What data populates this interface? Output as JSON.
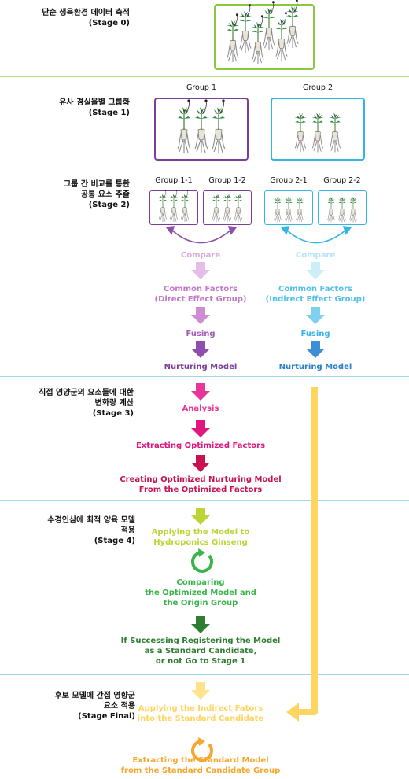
{
  "stages": [
    {
      "line1": "단순 생육환경 데이터 축적",
      "line2": "",
      "line3": "(Stage 0)"
    },
    {
      "line1": "유사 경실율별 그룹화",
      "line2": "",
      "line3": "(Stage 1)"
    },
    {
      "line1": "그룹 간 비교를 통한",
      "line2": "공통 요소 추출",
      "line3": "(Stage 2)"
    },
    {
      "line1": "직접  영양군의 요소들에 대한",
      "line2": "변화량 계산",
      "line3": "(Stage 3)"
    },
    {
      "line1": "수경인삼에 최적 양육 모델",
      "line2": "적용",
      "line3": "(Stage 4)"
    },
    {
      "line1": "후보 모델에 간접 영향군",
      "line2": "요소 적용",
      "line3": "(Stage Final)"
    }
  ],
  "groups": {
    "group1": "Group 1",
    "group2": "Group 2",
    "group1_1": "Group 1-1",
    "group1_2": "Group 1-2",
    "group2_1": "Group 2-1",
    "group2_2": "Group 2-2"
  },
  "left_flow": {
    "compare": "Compare",
    "common1": "Common Factors",
    "common2": "(Direct Effect Group)",
    "fusing": "Fusing",
    "model": "Nurturing Model"
  },
  "right_flow": {
    "compare": "Compare",
    "common1": "Common Factors",
    "common2": "(Indirect Effect Group)",
    "fusing": "Fusing",
    "model": "Nurturing Model"
  },
  "stage3": {
    "analysis": "Analysis",
    "extracting": "Extracting Optimized Factors",
    "creating1": "Creating Optimized Nurturing Model",
    "creating2": "From the Optimized Factors"
  },
  "stage4": {
    "apply1": "Applying the Model to",
    "apply2": "Hydroponics Ginseng",
    "comparing1": "Comparing",
    "comparing2": "the Optimized Model and",
    "comparing3": "the Origin Group",
    "ifsucc1": "If Successing Registering the Model",
    "ifsucc2": "as a Standard Candidate,",
    "ifsucc3": "or not Go to Stage 1"
  },
  "final": {
    "apply1": "Applying the Indirect Fators",
    "apply2": "into the Standard Candidate",
    "extract1": "Extracting the Standard Model",
    "extract2": "from the Standard Candidate Group"
  },
  "colors": {
    "green_box": "#8dc63f",
    "purple": "#7b3f98",
    "sky": "#35b5e5",
    "divider_green": "#b5d98b",
    "divider_purple": "#c6a5d3",
    "divider_blue": "#9fd6ec",
    "divider_yellow": "#ffe48a",
    "magenta": "#d9157f",
    "lime": "#bcd435",
    "green": "#39b54a",
    "dark_green": "#2e7d32",
    "yellow": "#ffd561",
    "orange": "#f7a72d"
  }
}
